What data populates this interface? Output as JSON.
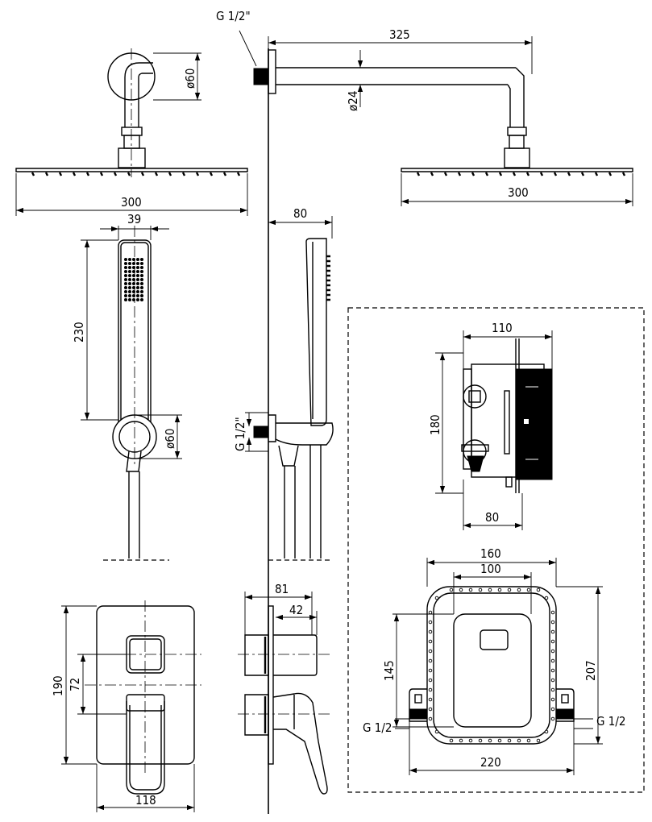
{
  "shower_head": {
    "connection_thread": "G 1/2\"",
    "arm_length": "325",
    "arm_diameter": "ø24",
    "flange_diameter": "ø60",
    "head_width_front": "300",
    "head_width_side": "300"
  },
  "hand_shower": {
    "handle_width": "39",
    "length": "230",
    "holder_diameter": "ø60",
    "depth": "80",
    "thread": "G 1/2\""
  },
  "concealed_box": {
    "depth_overall": "110",
    "height": "180",
    "body_depth": "80",
    "outer_width": "160",
    "inner_width": "100",
    "height_left": "145",
    "height_right": "207",
    "total_width": "220",
    "thread_left": "G 1/2",
    "thread_right": "G 1/2"
  },
  "trim_plate": {
    "height": "190",
    "knob_spacing": "72",
    "width": "118",
    "projection": "81",
    "knob_projection": "42"
  }
}
